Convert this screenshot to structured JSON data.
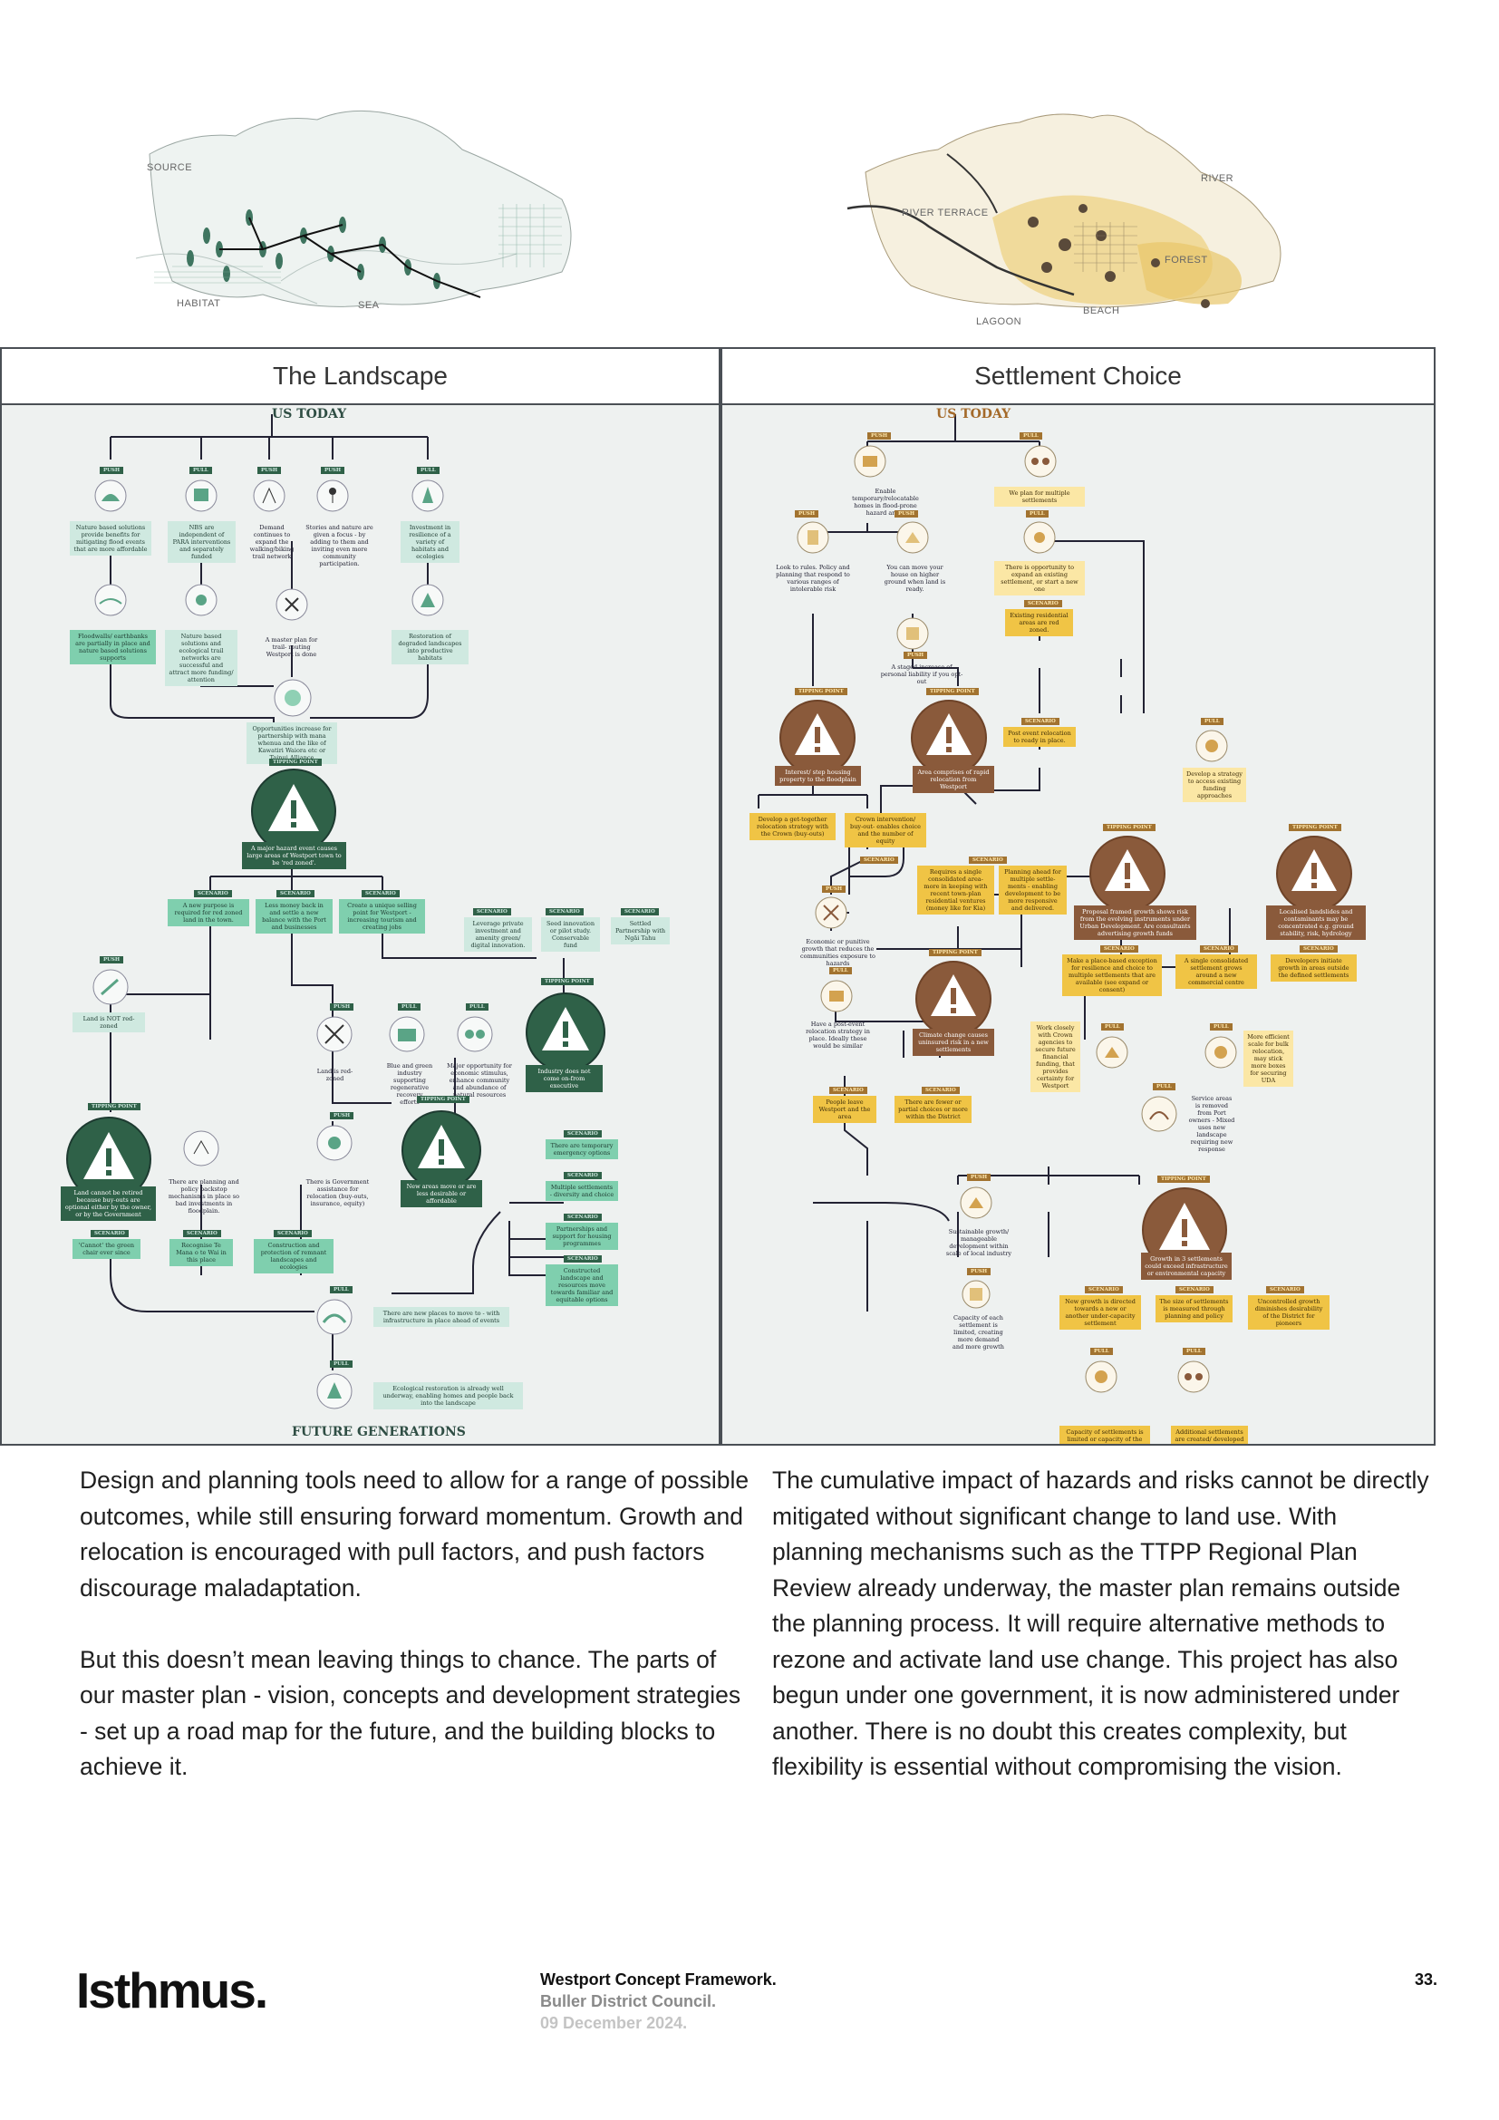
{
  "sketches": {
    "landscape": {
      "labels": [
        "SOURCE",
        "HABITAT",
        "SEA"
      ]
    },
    "settlement": {
      "labels": [
        "RIVER TERRACE",
        "RIVER",
        "FOREST",
        "BEACH",
        "LAGOON"
      ]
    }
  },
  "panels": {
    "landscape": {
      "title": "The Landscape",
      "top_label": "US TODAY",
      "bottom_label": "FUTURE GENERATIONS",
      "nodes": [
        "Nature based solutions provide benefits for mitigating flood events that are more affordable",
        "NBS are independent of PARA interventions and separately funded",
        "Demand continues to expand the walking/biking trail network",
        "Stories and nature are given a focus - by adding to them and inviting even more community participation.",
        "Investment in resilience of a variety of habitats and ecologies",
        "Floodwalls/ earthbanks are partially in place and nature based solutions supports",
        "Nature based solutions and ecological trail networks are successful and attract more funding/ attention",
        "A master plan for trail- routing Westport is done",
        "Restoration of degraded landscapes into productive habitats",
        "Opportunities increase for partnership with mana whenua and the like of Kawatiri Waiora etc or Tainui Alliance",
        "A major hazard event causes large areas of Westport town to be 'red zoned'.",
        "A new purpose is required for red zoned land in the town.",
        "Less money back in and settle a new balance with the Port and businesses",
        "Create a unique selling point for Westport - increasing tourism and creating jobs",
        "Leverage private investment and amenity green/ digital innovation.",
        "Seed innovation or pilot study. Conservable fund",
        "Settled Partnership with Ngāi Tahu",
        "Land is NOT red-zoned",
        "Land is red-zoned",
        "Blue and green industry supporting regenerative recovery efforts",
        "Major opportunity for economic stimulus, enhance community and abundance of natural resources",
        "Industry does not come on-from executive",
        "Land cannot be retired because buy-outs are optional either by the owner, or by the Government",
        "There are planning and policy backstop mechanisms in place so bad investments in floodplain.",
        "There is Government assistance for relocation (buy-outs, insurance, equity)",
        "New areas move or are less desirable or affordable",
        "There are temporary emergency options",
        "Multiple settlements - diversity and choice",
        "Partnerships and support for housing programmes",
        "Constructed landscape and resources move towards familiar and equitable options",
        "'Cannot' the green chair ever since",
        "Recognise Te Mana o te Wai in this place",
        "Construction and protection of remnant landscapes and ecologies",
        "There are new places to move to - with infrastructure in place ahead of events",
        "Ecological restoration is already well underway, enabling homes and people back into the landscape"
      ]
    },
    "settlement": {
      "title": "Settlement Choice",
      "top_label": "US TODAY",
      "nodes": [
        "Enable temporary/relocatable homes in flood-prone hazard areas",
        "We plan for multiple settlements",
        "Look to rules. Policy and planning that respond to various ranges of intolerable risk",
        "You can move your house on higher ground when land is ready.",
        "There is opportunity to expand an existing settlement, or start a new one",
        "Existing residential areas are red zoned.",
        "A staged increase of personal liability if you opt-out",
        "Interest/ step housing property to the floodplain",
        "Area comprises of rapid relocation from Westport",
        "Post event relocation to ready in place.",
        "Develop a strategy to access existing funding approaches",
        "Develop a get-together relocation strategy with the Crown (buy-outs)",
        "Crown intervention/ buy-out- enables choice and the number of equity",
        "Requires a single consolidated area- more in keeping with recent town-plan residential ventures (money like for Kia)",
        "Planning ahead for multiple settle-ments - enabling development to be more responsive and delivered.",
        "Proposal framed growth shows risk from the evolving instruments under Urban Development. Are consultants advertising growth funds",
        "Localised landslides and contaminants may be concentrated e.g. ground stability, risk, hydrology",
        "Economic or punitive growth that reduces the communities exposure to hazards",
        "Make a place-based exception for resilience and choice to multiple settlements that are available (see expand or consent)",
        "A single consolidated settlement grows around a new commercial centre",
        "Developers initiate growth in areas outside the defined settlements",
        "Have a post-event relocation strategy in place. Ideally these would be similar",
        "Climate change causes uninsured risk in a new settlements",
        "Work closely with Crown agencies to secure future financial funding, that provides certainty for Westport",
        "More efficient scale for bulk relocation, may stick more boxes for securing UDA",
        "Service areas is removed from Port owners - Mixed uses new landscape requiring new response",
        "People leave Westport and the area",
        "There are fewer or partial choices or more within the District",
        "Sustainable growth/ manageable development within scale of local industry",
        "Growth in 3 settlements could exceed infrastructure or environmental capacity",
        "New growth is directed towards a new or another under-capacity settlement",
        "The size of settlements is measured through planning and policy",
        "Uncontrolled growth diminishes desirability of the District for pioneers",
        "Capacity of each settlement is limited, creating more demand and more growth",
        "Capacity of settlements is limited or capacity of the receiving environment",
        "Additional settlements are created/ developed"
      ]
    },
    "tags": {
      "push": "PUSH",
      "pull": "PULL",
      "scenario": "SCENARIO",
      "tipping_point": "TIPPING POINT"
    }
  },
  "body": {
    "left": [
      "Design and planning tools need to allow for a range of possible outcomes, while still ensuring forward momentum. Growth and relocation is encouraged with pull factors, and push factors discourage maladaptation.",
      "But this doesn’t mean leaving things to chance. The parts of our master plan - vision, concepts and development strategies - set up a road map for the future, and the building blocks to achieve it."
    ],
    "right": [
      "The cumulative impact of hazards and risks cannot be directly mitigated without significant change to land use. With planning mechanisms such as the TTPP Regional Plan Review already underway, the master plan remains outside the planning process. It will require alternative methods to rezone and activate land use change. This project has also begun under one government, it is now administered under another. There is no doubt this creates complexity, but flexibility is essential without compromising the vision."
    ]
  },
  "footer": {
    "logo": "Isthmus.",
    "title": "Westport Concept Framework.",
    "client": "Buller District Council.",
    "date": "09 December 2024.",
    "page": "33."
  },
  "colors": {
    "landscape_accent": "#2f6148",
    "settlement_accent": "#8a5a3b",
    "yellow": "#f0c445"
  }
}
